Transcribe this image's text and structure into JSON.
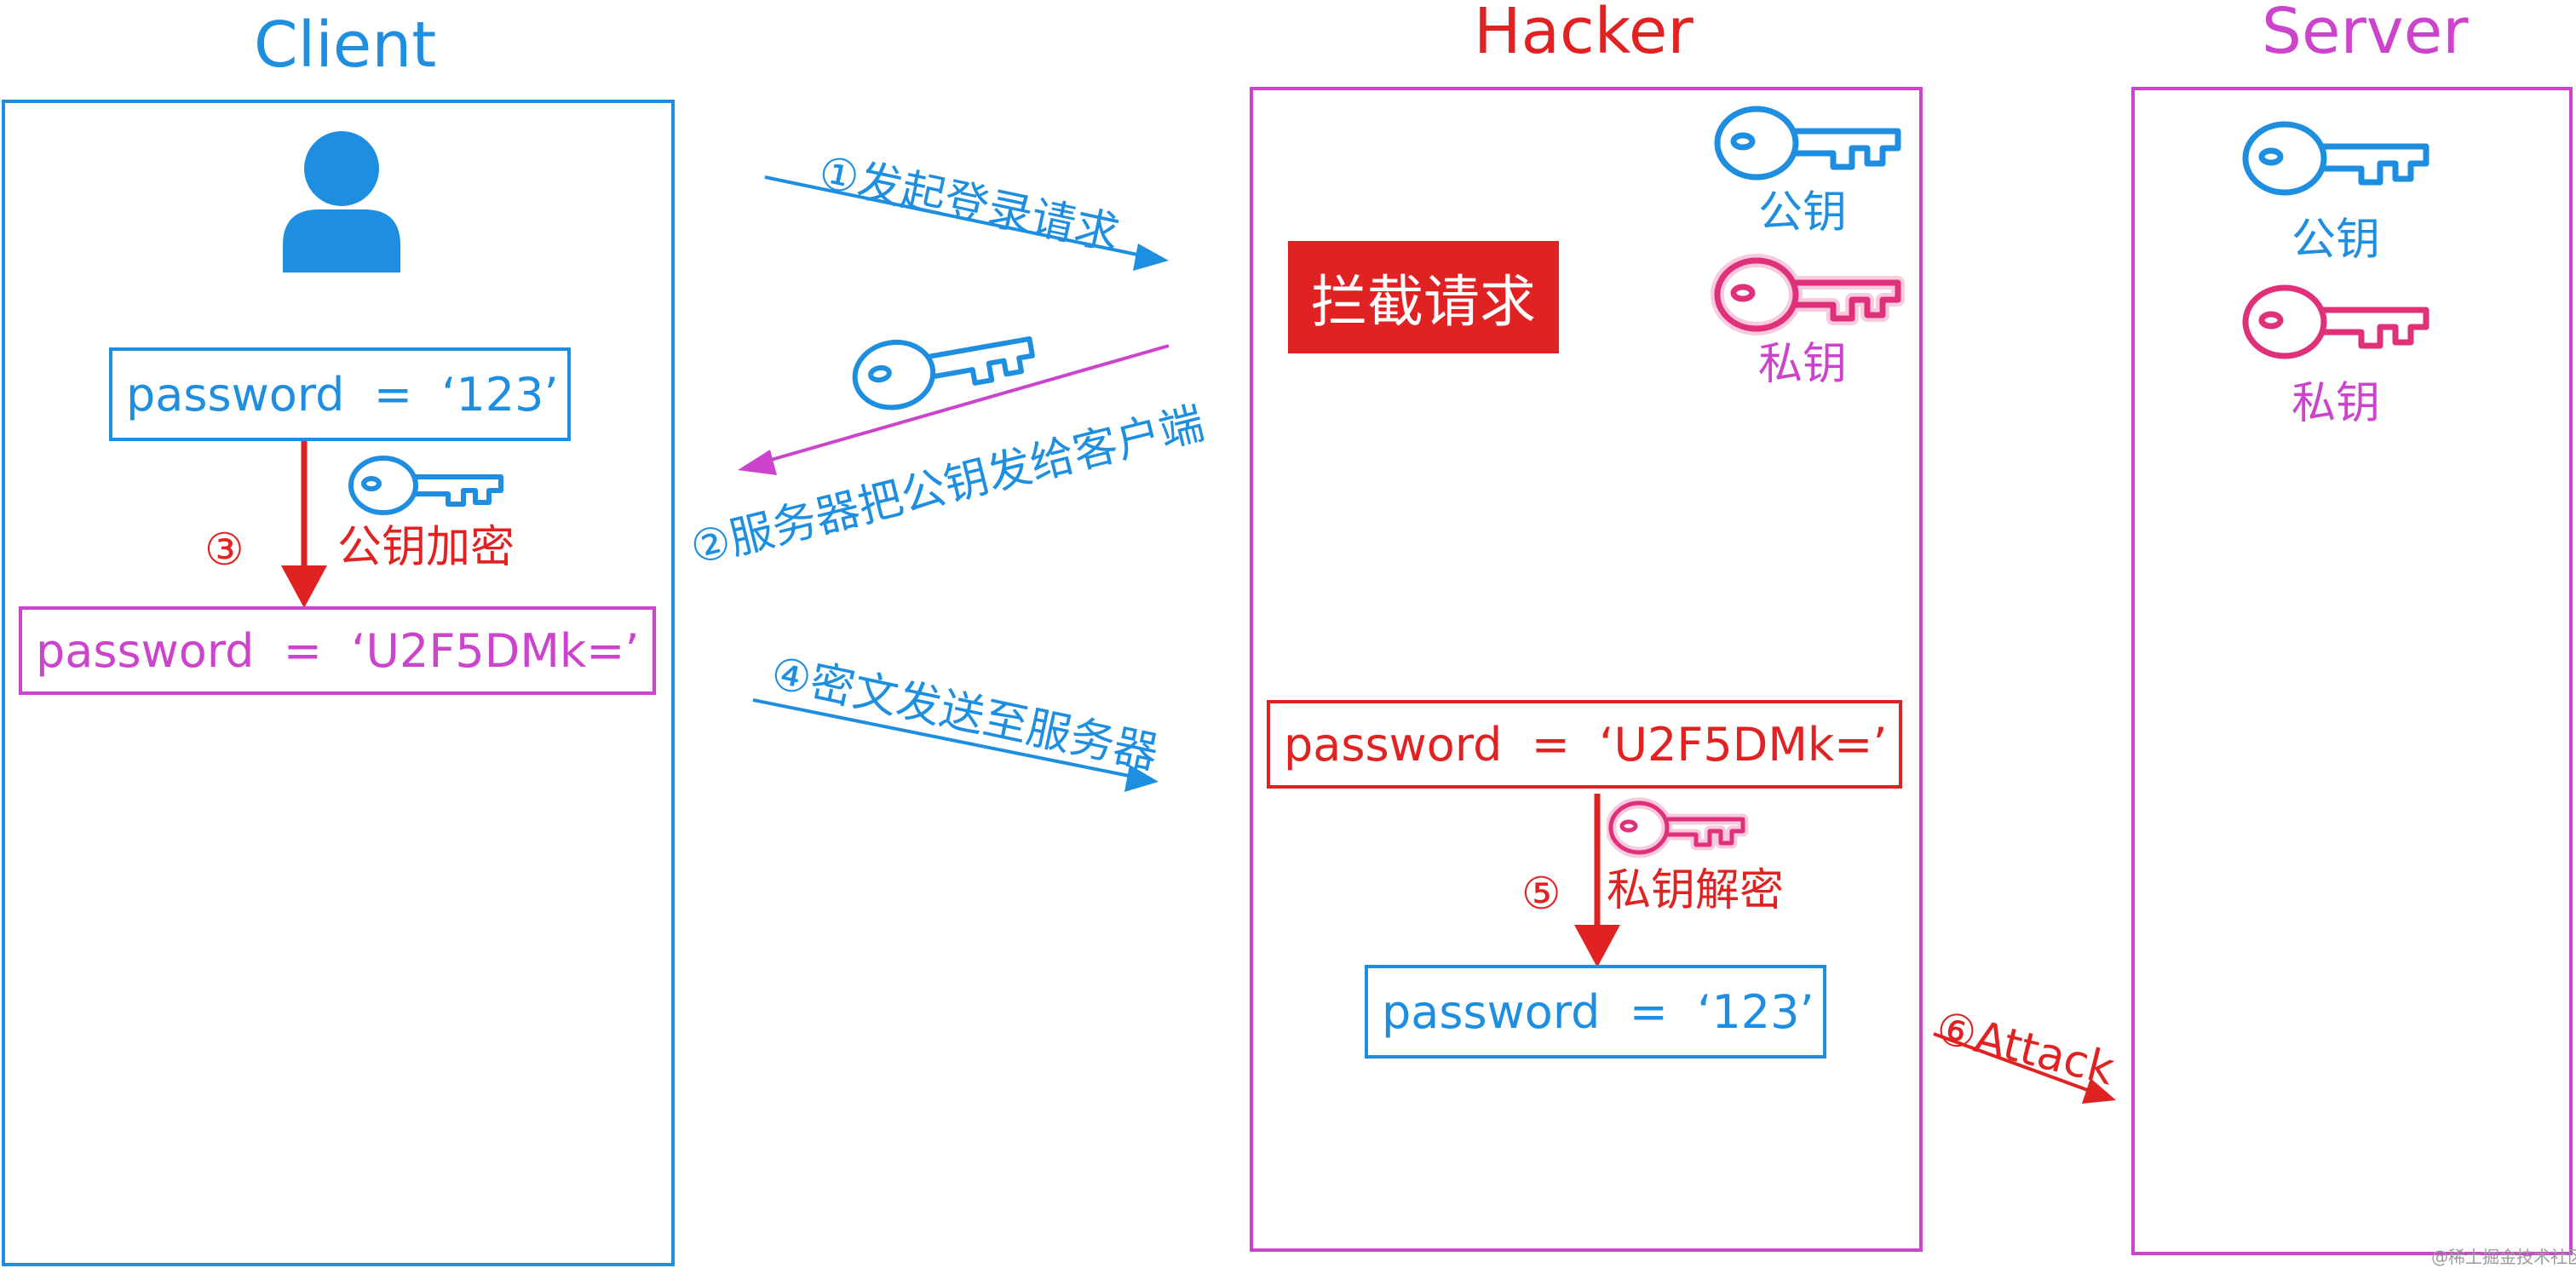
{
  "colors": {
    "blue": "#1e8fe0",
    "red": "#e02222",
    "magenta": "#cc44cc",
    "pink": "#e0307a"
  },
  "client": {
    "title": "Client",
    "avatar_icon": "user-icon",
    "password_plain": "password  =  ‘123’",
    "step3_num": "③",
    "step3_label": "公钥加密",
    "password_cipher": "password  =  ‘U2F5DMk=’",
    "key_icon": "public-key-icon"
  },
  "arrows": {
    "step1": "①发起登录请求",
    "step2": "②服务器把公钥发给客户端",
    "step4": "④密文发送至服务器",
    "step6": "⑥Attack"
  },
  "hacker": {
    "title": "Hacker",
    "intercept": "拦截请求",
    "public_key_label": "公钥",
    "private_key_label": "私钥",
    "password_cipher": "password  =  ‘U2F5DMk=’",
    "step5_num": "⑤",
    "step5_label": "私钥解密",
    "password_plain": "password  =  ‘123’"
  },
  "server": {
    "title": "Server",
    "public_key_label": "公钥",
    "private_key_label": "私钥"
  },
  "watermark": "@稀土掘金技术社区"
}
